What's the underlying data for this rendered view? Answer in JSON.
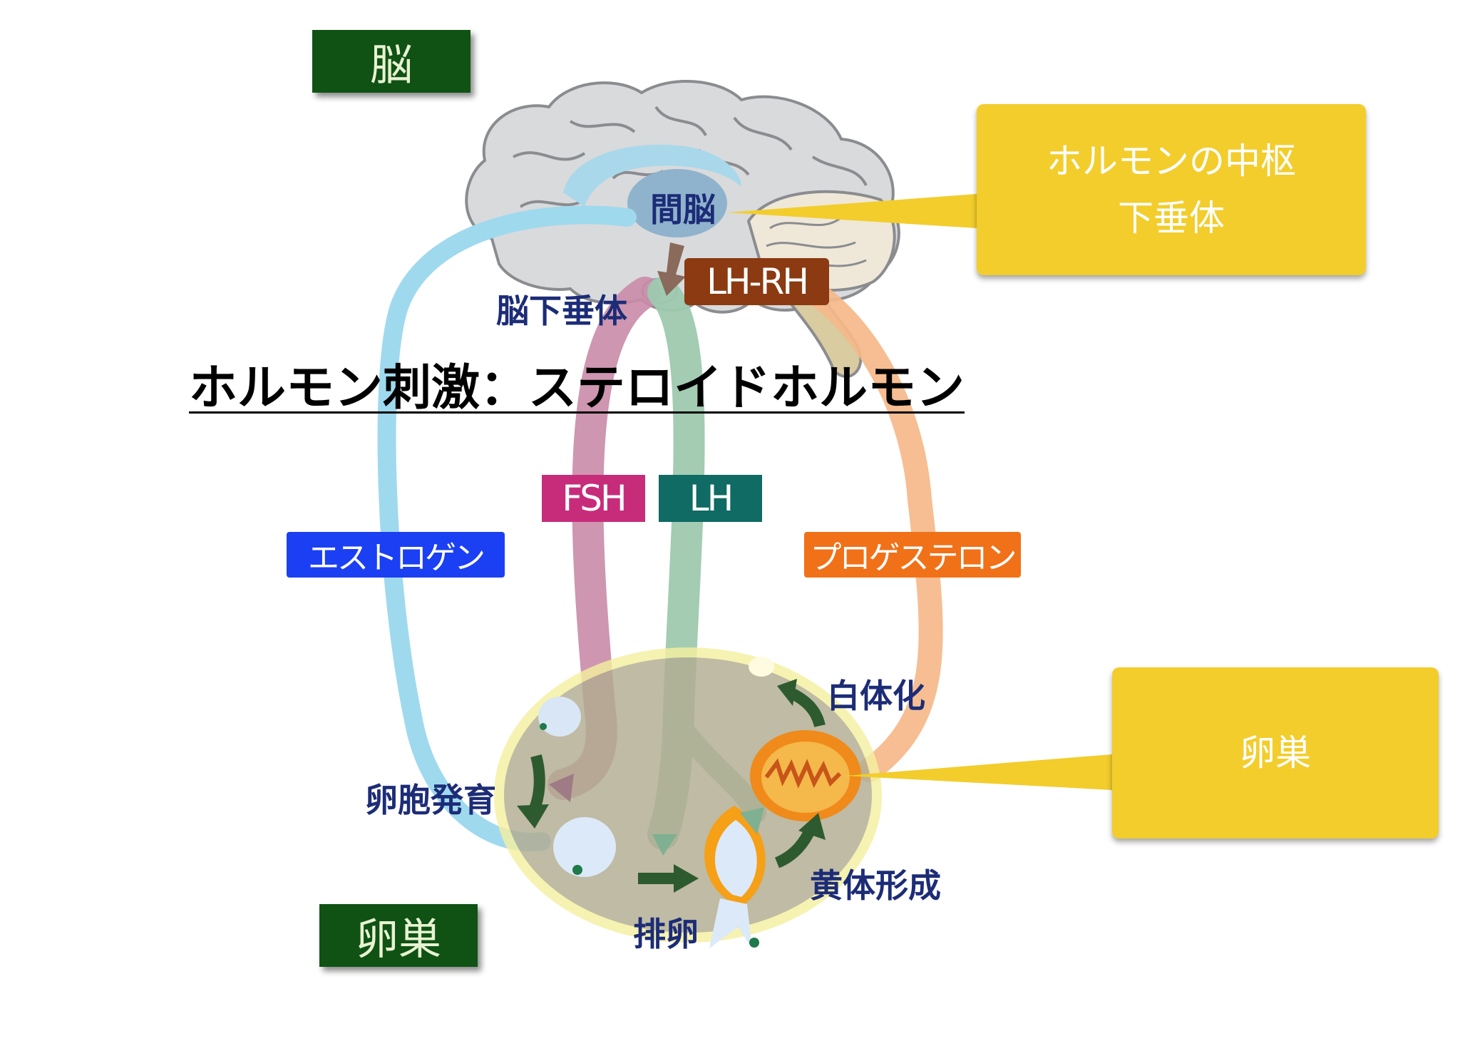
{
  "labels": {
    "brain": "脳",
    "ovary": "卵巣",
    "diencephalon": "間脳",
    "lhrh": "LH-RH",
    "pituitary": "脳下垂体",
    "fsh": "FSH",
    "lh": "LH",
    "estrogen": "エストロゲン",
    "progesterone": "プロゲステロン",
    "luteinization": "白体化",
    "follicle_development": "卵胞発育",
    "corpus_luteum_formation": "黄体形成",
    "ovulation": "排卵"
  },
  "title": "ホルモン刺激：ステロイドホルモン",
  "callouts": {
    "top": {
      "line1": "ホルモンの中枢",
      "line2": "下垂体"
    },
    "bottom": {
      "line1": "卵巣"
    }
  },
  "colors": {
    "dark_green": "#0f5214",
    "fsh": "#c72c7b",
    "lh": "#0f6b63",
    "estrogen": "#1b3ff2",
    "progesterone": "#f07118",
    "lhrh": "#8b3a12",
    "callout": "#f2cd2c",
    "navy_text": "#1c2c77"
  }
}
